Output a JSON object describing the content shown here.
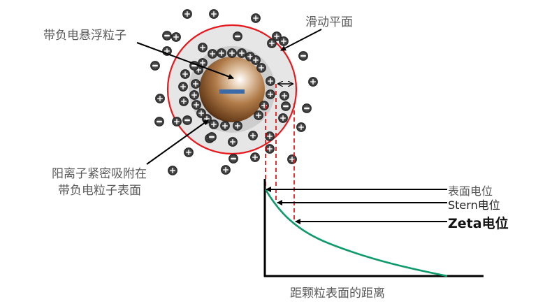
{
  "labels": {
    "particle": "带负电悬浮粒子",
    "slip_plane": "滑动平面",
    "adsorbed_line1": "阳离子紧密吸附在",
    "adsorbed_line2": "带负电粒子表面",
    "surface_potential": "表面电位",
    "stern_potential": "Stern电位",
    "zeta_potential": "Zeta电位",
    "x_axis": "距颗粒表面的距离",
    "particle_charge": "−"
  },
  "colors": {
    "slip_plane_circle": "#e8181c",
    "dashed_lines": "#e8181c",
    "curve": "#0f9a6e",
    "diffuse_layer": "#e4e4e4",
    "stern_layer": "#c9c9c9",
    "particle_charge_bar": "#3a6aa8",
    "ion_fill": "#4a4a4a"
  },
  "chart_data": {
    "type": "line",
    "title": "",
    "xlabel": "距颗粒表面的距离",
    "ylabel": "",
    "series": [
      {
        "name": "potential",
        "x": [
          0,
          0.05,
          0.15,
          0.3,
          0.5,
          0.7,
          0.85,
          1.0
        ],
        "values": [
          1.0,
          0.87,
          0.66,
          0.45,
          0.26,
          0.12,
          0.05,
          0.0
        ]
      }
    ],
    "annotations": [
      {
        "label": "表面电位",
        "x": 0.0,
        "y": 1.0
      },
      {
        "label": "Stern电位",
        "x": 0.06,
        "y": 0.84
      },
      {
        "label": "Zeta电位",
        "x": 0.16,
        "y": 0.64
      }
    ],
    "grid": false,
    "legend": "none"
  },
  "ions": {
    "positive": [
      [
        268,
        20
      ],
      [
        252,
        53
      ],
      [
        239,
        73
      ],
      [
        265,
        106
      ],
      [
        229,
        141
      ],
      [
        270,
        218
      ],
      [
        247,
        244
      ],
      [
        323,
        243
      ],
      [
        365,
        225
      ],
      [
        386,
        213
      ],
      [
        418,
        228
      ],
      [
        431,
        182
      ],
      [
        448,
        117
      ],
      [
        396,
        52
      ],
      [
        406,
        59
      ],
      [
        306,
        20
      ],
      [
        366,
        26
      ],
      [
        290,
        68
      ],
      [
        304,
        77
      ],
      [
        317,
        76
      ],
      [
        332,
        76
      ],
      [
        346,
        76
      ],
      [
        358,
        81
      ],
      [
        366,
        86
      ],
      [
        374,
        97
      ],
      [
        387,
        116
      ],
      [
        387,
        135
      ],
      [
        378,
        151
      ],
      [
        370,
        165
      ],
      [
        340,
        180
      ],
      [
        322,
        180
      ],
      [
        306,
        178
      ],
      [
        296,
        170
      ],
      [
        288,
        162
      ],
      [
        281,
        150
      ],
      [
        278,
        136
      ],
      [
        280,
        120
      ],
      [
        284,
        100
      ],
      [
        290,
        90
      ],
      [
        263,
        145
      ],
      [
        262,
        124
      ],
      [
        253,
        174
      ],
      [
        300,
        198
      ],
      [
        333,
        203
      ],
      [
        362,
        194
      ],
      [
        407,
        137
      ],
      [
        405,
        169
      ],
      [
        386,
        195
      ],
      [
        389,
        62
      ]
    ],
    "negative": [
      [
        239,
        51
      ],
      [
        222,
        94
      ],
      [
        228,
        174
      ],
      [
        268,
        172
      ],
      [
        278,
        94
      ],
      [
        340,
        52
      ],
      [
        434,
        80
      ],
      [
        439,
        155
      ],
      [
        409,
        152
      ],
      [
        303,
        196
      ],
      [
        334,
        227
      ]
    ]
  }
}
